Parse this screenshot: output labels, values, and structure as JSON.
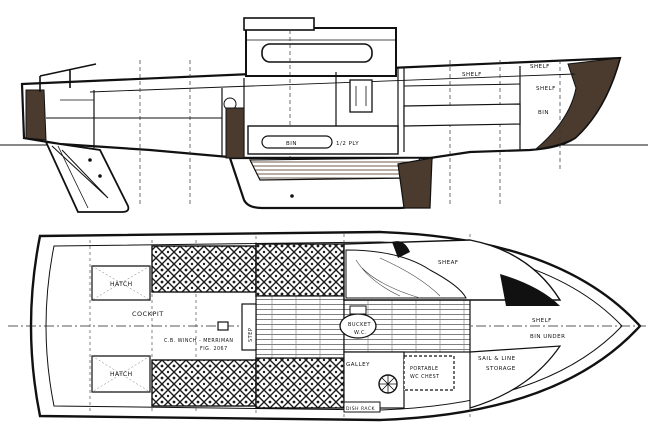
{
  "colors": {
    "ink": "#111111",
    "paper": "#ffffff",
    "wood": "#5a4a3a",
    "cushion": "#1a1a1a"
  },
  "profile": {
    "labels": {
      "shelf_cabin": "SHELF",
      "shelf_bow": "SHELF",
      "shelf_upper": "SHELF",
      "bin_forward": "BIN",
      "bin_lower": "BIN",
      "ply": "1/2 PLY"
    }
  },
  "plan": {
    "labels": {
      "hatch_port": "HATCH",
      "hatch_starboard": "HATCH",
      "cockpit": "COCKPIT",
      "cb_winch_1": "C.B. WINCH - MERRIMAN",
      "cb_winch_2": "FIG. 2067",
      "step": "STEP",
      "sheaf": "SHEAF",
      "bucket_1": "BUCKET",
      "bucket_2": "W.C.",
      "galley": "GALLEY",
      "portable_1": "PORTABLE",
      "portable_2": "WC CHEST",
      "storage_1": "SAIL & LINE",
      "storage_2": "STORAGE",
      "shelf": "SHELF",
      "bin_under": "BIN UNDER",
      "dish_rack": "DISH RACK"
    }
  }
}
